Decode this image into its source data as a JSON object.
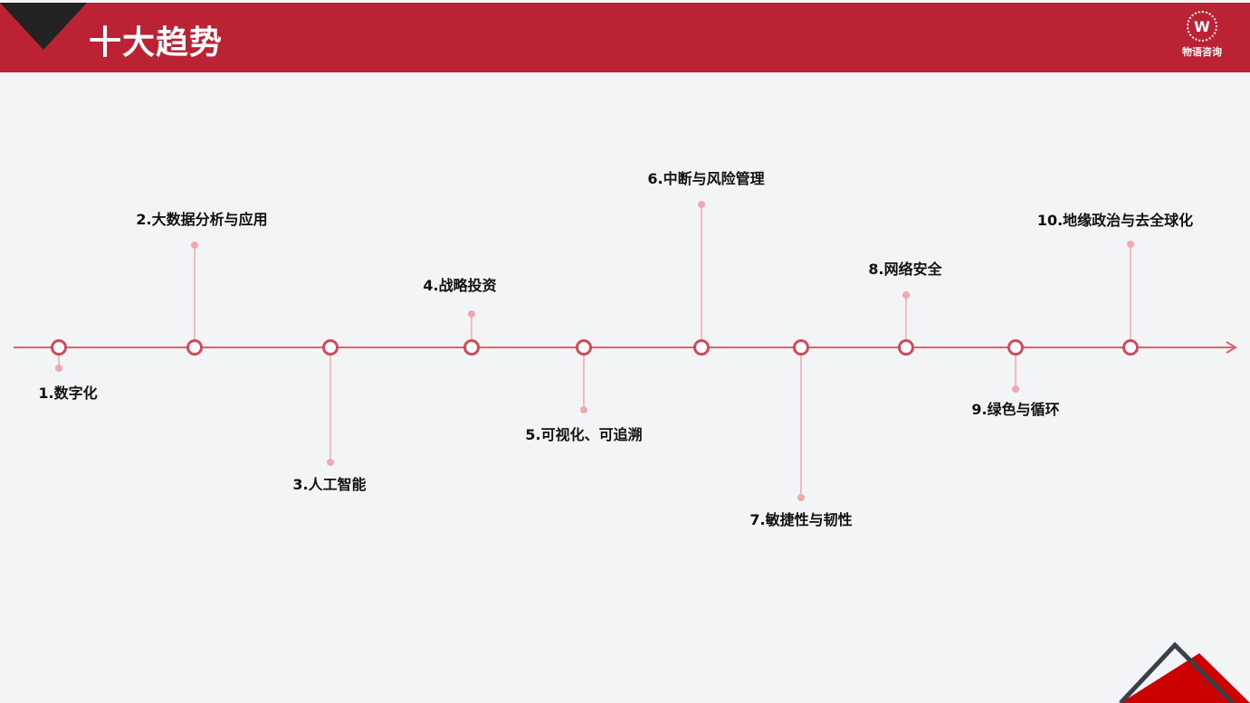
{
  "header": {
    "title": "十大趋势",
    "logo_letter": "W",
    "logo_text": "物语咨询"
  },
  "colors": {
    "header": "#bb2233",
    "axis": "#e06070",
    "node": "#d04a5a",
    "stem": "#f0a8b0"
  },
  "timeline": {
    "items": [
      {
        "label": "1.数字化"
      },
      {
        "label": "2.大数据分析与应用"
      },
      {
        "label": "3.人工智能"
      },
      {
        "label": "4.战略投资"
      },
      {
        "label": "5.可视化、可追溯"
      },
      {
        "label": "6.中断与风险管理"
      },
      {
        "label": "7.敏捷性与韧性"
      },
      {
        "label": "8.网络安全"
      },
      {
        "label": "9.绿色与循环"
      },
      {
        "label": "10.地缘政治与去全球化"
      }
    ]
  }
}
